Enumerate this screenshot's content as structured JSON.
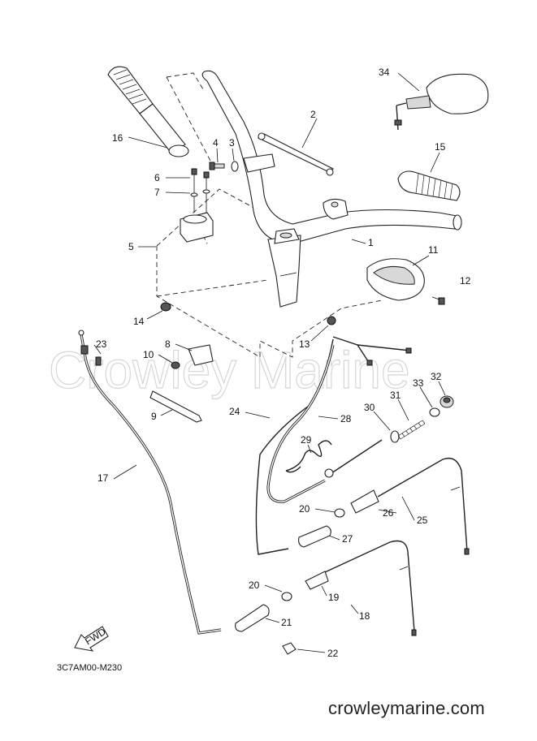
{
  "watermark": "Crowley Marine",
  "diagram_code": "3C7AM00-M230",
  "site_url": "crowleymarine.com",
  "fwd_label": "FWD",
  "callouts": {
    "c1": "1",
    "c2": "2",
    "c3": "3",
    "c4": "4",
    "c5": "5",
    "c6": "6",
    "c7": "7",
    "c8": "8",
    "c9": "9",
    "c10": "10",
    "c11": "11",
    "c12": "12",
    "c13": "13",
    "c14": "14",
    "c15": "15",
    "c16": "16",
    "c17": "17",
    "c18": "18",
    "c19": "19",
    "c20a": "20",
    "c20b": "20",
    "c21": "21",
    "c22": "22",
    "c23": "23",
    "c24": "24",
    "c25": "25",
    "c26": "26",
    "c27": "27",
    "c28": "28",
    "c29": "29",
    "c30": "30",
    "c31": "31",
    "c32": "32",
    "c33": "33",
    "c34": "34"
  }
}
